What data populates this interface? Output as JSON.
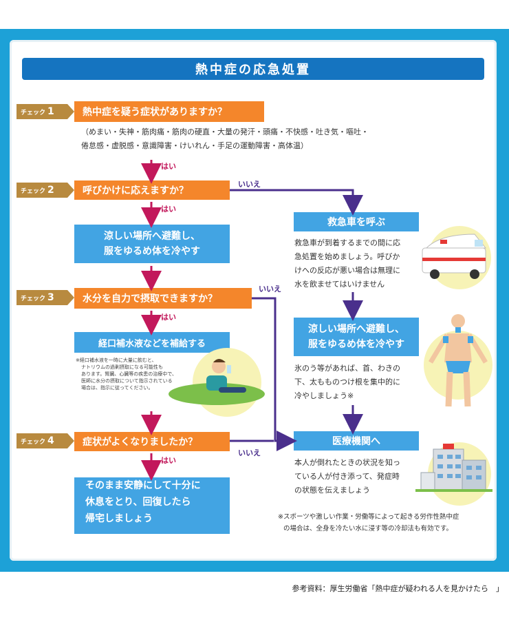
{
  "title": "熱中症の応急処置",
  "check_prefix": "チェック",
  "checks": [
    {
      "num": "1",
      "question": "熱中症を疑う症状がありますか？"
    },
    {
      "num": "2",
      "question": "呼びかけに応えますか？"
    },
    {
      "num": "3",
      "question": "水分を自力で摂取できますか？"
    },
    {
      "num": "4",
      "question": "症状がよくなりましたか？"
    }
  ],
  "symptoms": [
    "（めまい・失神・筋肉痛・筋肉の硬直・大量の発汗・頭痛・不快感・吐き気・嘔吐・",
    "倦怠感・虚脱感・意識障害・けいれん・手足の運動障害・高体温）"
  ],
  "yes_label": "はい",
  "no_label": "いいえ",
  "left_actions": {
    "cool": [
      "涼しい場所へ避難し、",
      "服をゆるめ体を冷やす"
    ],
    "fluid": "経口補水液などを補給する",
    "fluid_note": [
      "※経口補水液を一時に大量に飲むと、",
      "ナトリウムの過剰摂取になる可能性も",
      "あります。腎臓、心臓等の疾患の治療中で、",
      "医師に水分の摂取について指示されている",
      "場合は、指示に従ってください。"
    ],
    "rest": [
      "そのまま安静にして十分に",
      "休息をとり、回復したら",
      "帰宅しましょう"
    ]
  },
  "right_actions": {
    "ambulance": "救急車を呼ぶ",
    "ambulance_text": [
      "救急車が到着するまでの間に応",
      "急処置を始めましょう。呼びか",
      "けへの反応が悪い場合は無理に",
      "水を飲ませてはいけません"
    ],
    "cool": [
      "涼しい場所へ避難し、",
      "服をゆるめ体を冷やす"
    ],
    "cool_text": [
      "氷のう等があれば、首、わきの",
      "下、太もものつけ根を集中的に",
      "冷やしましょう※"
    ],
    "hospital": "医療機関へ",
    "hospital_text": [
      "本人が倒れたときの状況を知っ",
      "ている人が付き添って、発症時",
      "の状態を伝えましょう"
    ],
    "footnote": [
      "※スポーツや激しい作業・労働等によって起きる労作性熱中症",
      "の場合は、全身を冷たい水に浸す等の冷却法も有効です。"
    ]
  },
  "source": "参考資料：厚生労働省「熱中症が疑われる人を見かけたら　」",
  "colors": {
    "band": "#1da1d7",
    "title": "#1574c0",
    "orange": "#f4862b",
    "blue": "#42a4e3",
    "tag": "#b88a3f",
    "yes_arrow": "#c2185b",
    "no_arrow": "#4a2f8c"
  }
}
